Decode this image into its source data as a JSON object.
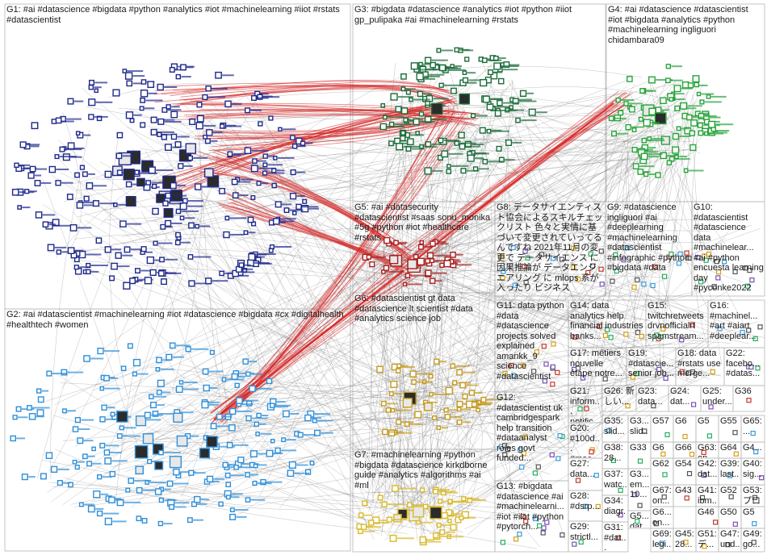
{
  "groups": [
    {
      "id": "G1",
      "text": "G1: #ai #datascience #bigdata #python #analytics #iot #machinelearning #iiot #rstats #datascientist"
    },
    {
      "id": "G2",
      "text": "G2: #ai #datascientist #machinelearning #iot #datascience #bigdata #cx #digitalhealth #healthtech #women"
    },
    {
      "id": "G3",
      "text": "G3: #bigdata #datascience #analytics #iot #python #iiot gp_pulipaka #ai #machinelearning #rstats"
    },
    {
      "id": "G4",
      "text": "G4: #ai #datascience #datascientist #iot #bigdata #analytics #python #machinelearning ingliguori chidambara09"
    },
    {
      "id": "G5",
      "text": "G5: #ai #datasecurity #datascientist #saas sonu_monika #5g #python #iot #healthcare #rstats"
    },
    {
      "id": "G6",
      "text": "G6: #datascientist gt data #datascience lt scientist #data #analytics science job"
    },
    {
      "id": "G7",
      "text": "G7: #machinelearning #python #bigdata #datascience kirkdborne guide #analytics #algorithms #ai #ml"
    },
    {
      "id": "G8",
      "text": "G8: データサイエンティスト協会によるスキルチェックリスト 色々と実情に基づいて変更されていってるんですね 2021年11月の変更で データサイエンス に因果推論が データエンジニアリング に mlops 系が入ったり ビジネス"
    },
    {
      "id": "G9",
      "text": "G9: #datascience ingliguori #ai #deeplearning #machinelearning #datascientist #infographic #python #bigdata #data"
    },
    {
      "id": "G10",
      "text": "G10: #datascientist #datascience data #machinelear... #ai #python encuesta learning day #pyconke2022"
    },
    {
      "id": "G11",
      "text": "G11: data python #data #datascience projects solved explained amankk_9 science #datascientist"
    },
    {
      "id": "G12",
      "text": "G12: #datascientist uk cambridgespark help transition #dataanalyst roles govt funded..."
    },
    {
      "id": "G13",
      "text": "G13: #bigdata #datascience #ai #machinelearni... #iot #iiot #python #pytorch..."
    },
    {
      "id": "G14",
      "text": "G14: data analytics help financial industries banks..."
    },
    {
      "id": "G15",
      "text": "G15: twitchretweets drvnofficialrt spamstream..."
    },
    {
      "id": "G16",
      "text": "G16: #machinel... #art #aiart #deeplear..."
    },
    {
      "id": "G17",
      "text": "G17: métiers nouvelle étape notre..."
    },
    {
      "id": "G18",
      "text": "G18: data #rstats use merge..."
    },
    {
      "id": "G19",
      "text": "G19: #datascie... senior job..."
    },
    {
      "id": "G20",
      "text": "G20: #100d... #mac..."
    },
    {
      "id": "G21",
      "text": "G21: inform... notific..."
    },
    {
      "id": "G22",
      "text": "G22: facebo... #datas..."
    },
    {
      "id": "G23",
      "text": "G23: data..."
    },
    {
      "id": "G24",
      "text": "G24: dat..."
    },
    {
      "id": "G25",
      "text": "G25: under..."
    },
    {
      "id": "G26",
      "text": "G26: 新しい..."
    },
    {
      "id": "G27",
      "text": "G27: data..."
    },
    {
      "id": "G28",
      "text": "G28: #dsrp..."
    },
    {
      "id": "G29",
      "text": "G29: strictl..."
    },
    {
      "id": "G31",
      "text": "G31: #dat..."
    },
    {
      "id": "G32",
      "text": "G3... slid... #d..."
    },
    {
      "id": "G33",
      "text": "G33"
    },
    {
      "id": "G34",
      "text": "G34: diagr..."
    },
    {
      "id": "G35",
      "text": "G35: slid..."
    },
    {
      "id": "G36",
      "text": "G36"
    },
    {
      "id": "G37",
      "text": "G37: watc..."
    },
    {
      "id": "G38",
      "text": "G38: 28..."
    },
    {
      "id": "G39",
      "text": "G39: last..."
    },
    {
      "id": "G40",
      "text": "G40: sig..."
    },
    {
      "id": "G41",
      "text": "G41: ibm..."
    },
    {
      "id": "G42",
      "text": "G42: dat..."
    },
    {
      "id": "G43",
      "text": "G43"
    },
    {
      "id": "G44",
      "text": "G3... em... 10..."
    },
    {
      "id": "G45",
      "text": "G45: 28..."
    },
    {
      "id": "G46",
      "text": "G46"
    },
    {
      "id": "G47",
      "text": "G47: und..."
    },
    {
      "id": "G48",
      "text": "G6... on..."
    },
    {
      "id": "G49",
      "text": "G49: go..."
    },
    {
      "id": "G50",
      "text": "G50"
    },
    {
      "id": "G51",
      "text": "G51: デ..."
    },
    {
      "id": "G52",
      "text": "G52"
    },
    {
      "id": "G53",
      "text": "G53: プロ"
    },
    {
      "id": "G54",
      "text": "G54"
    },
    {
      "id": "G55",
      "text": "G55"
    },
    {
      "id": "G56",
      "text": "G5... dat..."
    },
    {
      "id": "G57",
      "text": "G57"
    },
    {
      "id": "G58",
      "text": "G5"
    },
    {
      "id": "G59",
      "text": "G6"
    },
    {
      "id": "G60",
      "text": "G4..."
    },
    {
      "id": "G61",
      "text": "G6"
    },
    {
      "id": "G62",
      "text": "G62"
    },
    {
      "id": "G63",
      "text": "G63: op..."
    },
    {
      "id": "G64",
      "text": "G64"
    },
    {
      "id": "G65",
      "text": "G65: ..."
    },
    {
      "id": "G66",
      "text": "G66"
    },
    {
      "id": "G67",
      "text": "G67: on..."
    },
    {
      "id": "G69",
      "text": "G69: legi..."
    },
    {
      "id": "G70",
      "text": "G5"
    }
  ],
  "colors": {
    "G1": "#1f2a8a",
    "G2": "#2f8fd8",
    "G3": "#1b6b3a",
    "G4": "#27a33a",
    "G5": "#a82020",
    "G6": "#c49a20",
    "G7": "#d9b92a",
    "edge": "#777777",
    "edge_hot": "#d42525",
    "border": "#b8b8b8"
  }
}
